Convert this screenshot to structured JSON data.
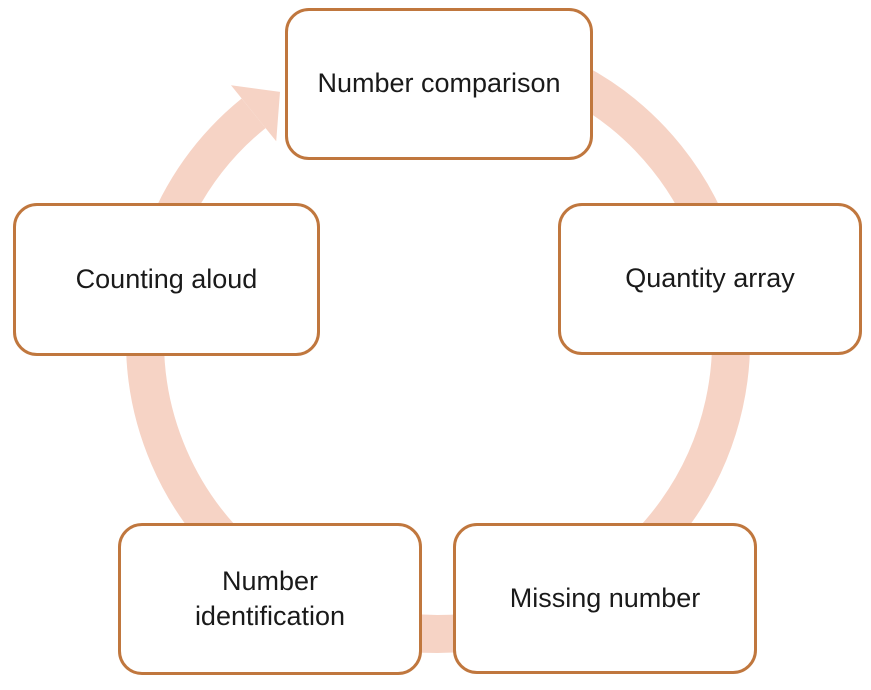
{
  "diagram": {
    "type": "cycle",
    "direction": "clockwise",
    "nodes": [
      {
        "id": "number-comparison",
        "label": "Number comparison",
        "position": "top"
      },
      {
        "id": "quantity-array",
        "label": "Quantity array",
        "position": "right"
      },
      {
        "id": "missing-number",
        "label": "Missing number",
        "position": "bottom-right"
      },
      {
        "id": "number-identification",
        "label": "Number identification",
        "position": "bottom-left"
      },
      {
        "id": "counting-aloud",
        "label": "Counting aloud",
        "position": "left"
      }
    ],
    "colors": {
      "arrow_band": "#f6d3c5",
      "node_border": "#c0773e",
      "node_fill": "#ffffff",
      "text": "#1a1a1a",
      "background": "#ffffff"
    }
  }
}
